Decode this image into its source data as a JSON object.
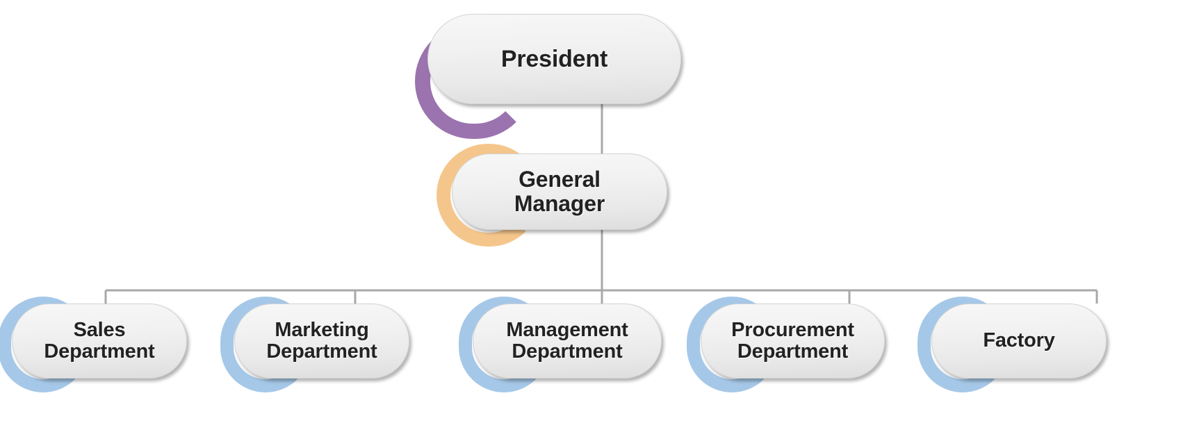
{
  "chart_data": {
    "type": "diagram",
    "diagram_kind": "organization-chart",
    "title": "",
    "orientation": "top-down",
    "levels": 3,
    "accent_colors": {
      "president": "#9B73AF",
      "general_manager": "#F5C68C",
      "department": "#A6C8E8"
    },
    "node_fill_top": "#F7F7F7",
    "node_fill_bottom": "#DEDEDE",
    "node_border": "#D2D2D2",
    "connector_color": "#A8A8A8",
    "text_color": "#222222",
    "background": "#FFFFFF",
    "nodes": [
      {
        "id": "president",
        "label": "President",
        "level": 1,
        "accent": "#9B73AF",
        "parent": null
      },
      {
        "id": "gm",
        "label": "General\nManager",
        "level": 2,
        "accent": "#F5C68C",
        "parent": "president"
      },
      {
        "id": "sales",
        "label": "Sales\nDepartment",
        "level": 3,
        "accent": "#A6C8E8",
        "parent": "gm"
      },
      {
        "id": "marketing",
        "label": "Marketing\nDepartment",
        "level": 3,
        "accent": "#A6C8E8",
        "parent": "gm"
      },
      {
        "id": "management",
        "label": "Management\nDepartment",
        "level": 3,
        "accent": "#A6C8E8",
        "parent": "gm"
      },
      {
        "id": "procurement",
        "label": "Procurement\nDepartment",
        "level": 3,
        "accent": "#A6C8E8",
        "parent": "gm"
      },
      {
        "id": "factory",
        "label": "Factory",
        "level": 3,
        "accent": "#A6C8E8",
        "parent": "gm"
      }
    ],
    "edges": [
      {
        "from": "president",
        "to": "gm"
      },
      {
        "from": "gm",
        "to": "sales"
      },
      {
        "from": "gm",
        "to": "marketing"
      },
      {
        "from": "gm",
        "to": "management"
      },
      {
        "from": "gm",
        "to": "procurement"
      },
      {
        "from": "gm",
        "to": "factory"
      }
    ]
  },
  "nodes": {
    "president": {
      "label": "President"
    },
    "gm": {
      "label": "General\nManager"
    },
    "sales": {
      "label": "Sales\nDepartment"
    },
    "marketing": {
      "label": "Marketing\nDepartment"
    },
    "management": {
      "label": "Management\nDepartment"
    },
    "procurement": {
      "label": "Procurement\nDepartment"
    },
    "factory": {
      "label": "Factory"
    }
  }
}
